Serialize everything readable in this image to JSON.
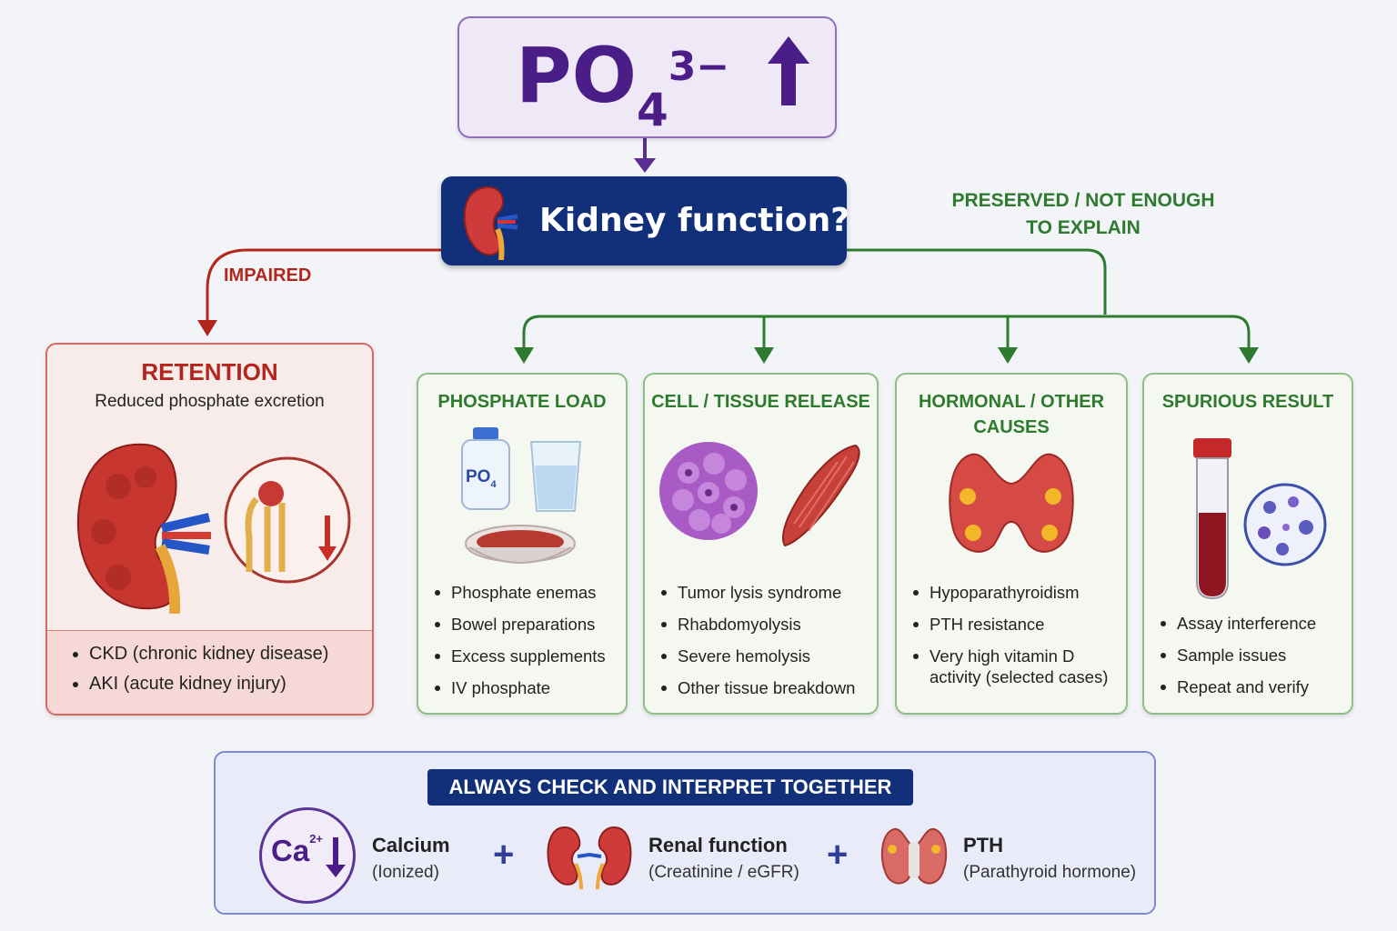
{
  "title": {
    "base": "PO",
    "sub": "4",
    "sup": "3−",
    "arrow_icon": "up-arrow-icon"
  },
  "question": {
    "label": "Kidney function?"
  },
  "branches": {
    "impaired": "IMPAIRED",
    "preserved": "PRESERVED / NOT ENOUGH TO EXPLAIN"
  },
  "retention": {
    "title": "RETENTION",
    "subtitle": "Reduced phosphate excretion",
    "items": [
      "CKD (chronic kidney disease)",
      "AKI (acute kidney injury)"
    ]
  },
  "categories": [
    {
      "title": "PHOSPHATE LOAD",
      "items": [
        "Phosphate enemas",
        "Bowel preparations",
        "Excess supplements",
        "IV phosphate"
      ]
    },
    {
      "title": "CELL / TISSUE RELEASE",
      "items": [
        "Tumor lysis syndrome",
        "Rhabdomyolysis",
        "Severe hemolysis",
        "Other tissue breakdown"
      ]
    },
    {
      "title": "HORMONAL / OTHER CAUSES",
      "items": [
        "Hypoparathyroidism",
        "PTH resistance",
        "Very high vitamin D activity (selected cases)"
      ]
    },
    {
      "title": "SPURIOUS RESULT",
      "items": [
        "Assay interference",
        "Sample issues",
        "Repeat and verify"
      ]
    }
  ],
  "bottle_label": {
    "base": "PO",
    "sub": "4"
  },
  "check": {
    "title": "ALWAYS CHECK AND INTERPRET TOGETHER",
    "calcium": {
      "symbol": "Ca",
      "charge": "2+",
      "label": "Calcium",
      "detail": "(Ionized)"
    },
    "renal": {
      "label": "Renal function",
      "detail": "(Creatinine / eGFR)"
    },
    "pth": {
      "label": "PTH",
      "detail": "(Parathyroid hormone)"
    },
    "plus": "+"
  },
  "colors": {
    "navy": "#12307a",
    "purple": "#4b1d86",
    "red": "#b3261e",
    "green": "#2e7a2e"
  }
}
